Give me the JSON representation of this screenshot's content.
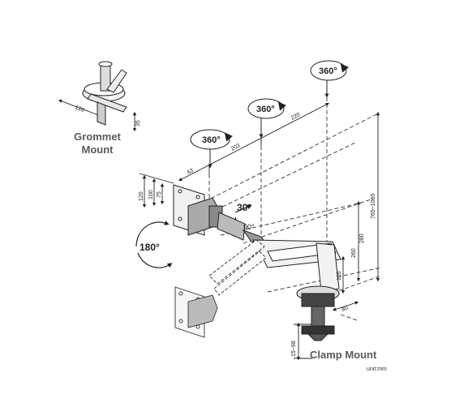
{
  "labels": {
    "grommet_mount": "Grommet\nMount",
    "clamp_mount": "Clamp Mount",
    "unit": "unit:mm"
  },
  "rotations": {
    "swivel_1": "360°",
    "swivel_2": "360°",
    "swivel_3": "360°",
    "rotate": "180°",
    "tilt_up": "30°",
    "tilt_down": "90°"
  },
  "dimensions": {
    "arm_63": "63",
    "arm_203": "203",
    "arm_220": "220",
    "grommet_120": "120",
    "grommet_35": "35",
    "vesa_120": "120",
    "vesa_100": "100",
    "vesa_75": "75",
    "height_total": "765~1000",
    "height_260": "260",
    "height_280": "280",
    "height_105": "105",
    "clamp_80": "80",
    "clamp_range": "15~98"
  },
  "colors": {
    "line": "#2b2b2b",
    "dash": "#333333",
    "arm_fill": "#f2f2f2",
    "joint_fill": "#9a9a9a",
    "label_text": "#5a5a5a"
  }
}
